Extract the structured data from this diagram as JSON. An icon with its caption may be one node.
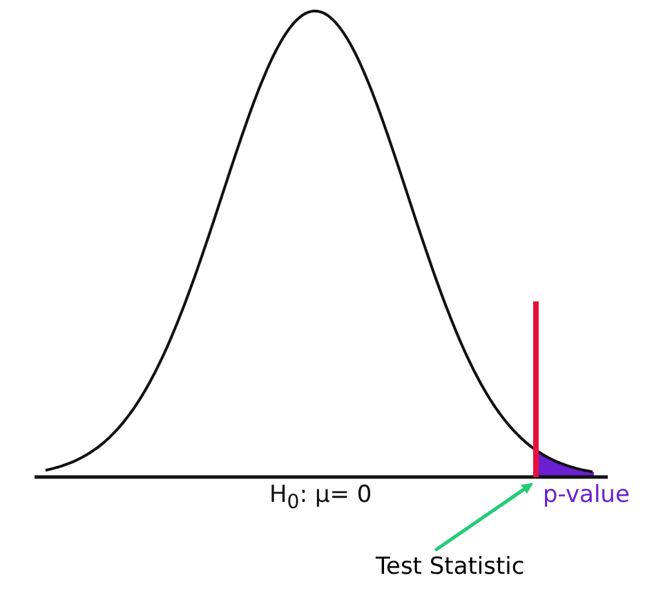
{
  "diagram": {
    "nodes": [
      {
        "text": [
          "Test Statistic"
        ]
      },
      {
        "text": [],
        "shape": "bar"
      }
    ],
    "edges": [
      {
        "from": 0,
        "to": 1,
        "arrow": "to"
      }
    ],
    "labels": [
      "H$_{0}$: μ= 0",
      "p-value"
    ]
  }
}
